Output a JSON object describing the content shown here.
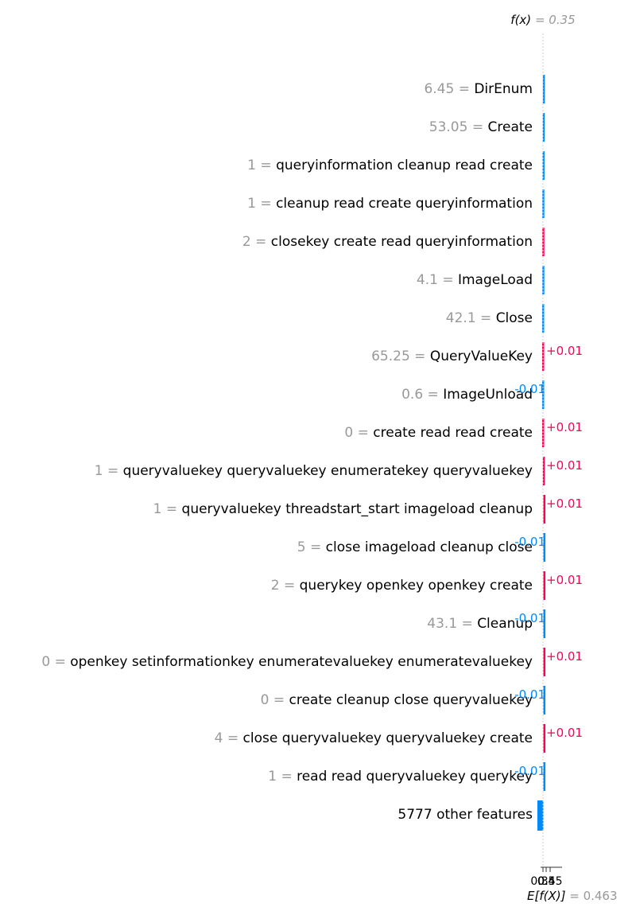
{
  "chart_data": {
    "type": "waterfall",
    "output_label": "f(x)",
    "output_value": "0.35",
    "base_label": "E[f(X)]",
    "base_value": "0.463",
    "x_tick_labels": [
      "0.35",
      "0.4",
      "0.45"
    ],
    "colors": {
      "positive": "#ff0051",
      "negative": "#008bfb",
      "feature_value": "#999999",
      "text": "#000000",
      "guide": "#cccccc"
    },
    "features": [
      {
        "value": "6.45",
        "name": "DirEnum",
        "contribution": -0.002,
        "label": ""
      },
      {
        "value": "53.05",
        "name": "Create",
        "contribution": -0.002,
        "label": ""
      },
      {
        "value": "1",
        "name": "queryinformation cleanup read create",
        "contribution": -0.003,
        "label": ""
      },
      {
        "value": "1",
        "name": "cleanup read create queryinformation",
        "contribution": -0.003,
        "label": ""
      },
      {
        "value": "2",
        "name": "closekey create read queryinformation",
        "contribution": 0.003,
        "label": ""
      },
      {
        "value": "4.1",
        "name": "ImageLoad",
        "contribution": -0.003,
        "label": ""
      },
      {
        "value": "42.1",
        "name": "Close",
        "contribution": -0.003,
        "label": ""
      },
      {
        "value": "65.25",
        "name": "QueryValueKey",
        "contribution": 0.01,
        "label": "+0.01"
      },
      {
        "value": "0.6",
        "name": "ImageUnload",
        "contribution": -0.01,
        "label": "-0.01"
      },
      {
        "value": "0",
        "name": "create read read create",
        "contribution": 0.01,
        "label": "+0.01"
      },
      {
        "value": "1",
        "name": "queryvaluekey queryvaluekey enumeratekey queryvaluekey",
        "contribution": 0.01,
        "label": "+0.01"
      },
      {
        "value": "1",
        "name": "queryvaluekey threadstart_start imageload cleanup",
        "contribution": 0.01,
        "label": "+0.01"
      },
      {
        "value": "5",
        "name": "close imageload cleanup close",
        "contribution": -0.01,
        "label": "-0.01"
      },
      {
        "value": "2",
        "name": "querykey openkey openkey create",
        "contribution": 0.01,
        "label": "+0.01"
      },
      {
        "value": "43.1",
        "name": "Cleanup",
        "contribution": -0.01,
        "label": "-0.01"
      },
      {
        "value": "0",
        "name": "openkey setinformationkey enumeratevaluekey enumeratevaluekey",
        "contribution": 0.01,
        "label": "+0.01"
      },
      {
        "value": "0",
        "name": "create cleanup close queryvaluekey",
        "contribution": -0.01,
        "label": "-0.01"
      },
      {
        "value": "4",
        "name": "close queryvaluekey queryvaluekey create",
        "contribution": 0.01,
        "label": "+0.01"
      },
      {
        "value": "1",
        "name": "read read queryvaluekey querykey",
        "contribution": -0.01,
        "label": "-0.01"
      },
      {
        "value": "",
        "name": "5777 other features",
        "contribution": -0.095,
        "label": ""
      }
    ]
  }
}
